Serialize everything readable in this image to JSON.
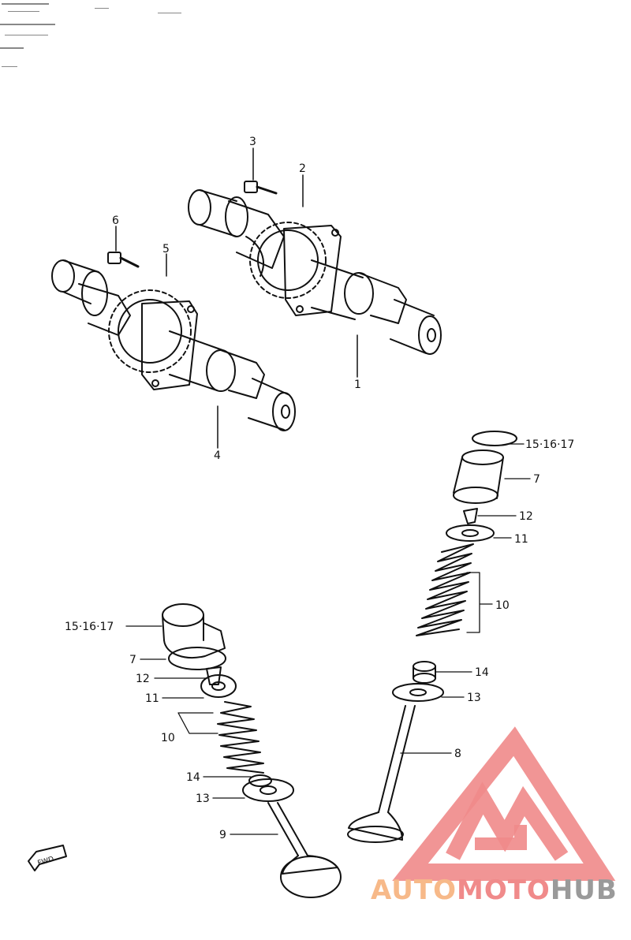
{
  "diagram": {
    "labels": {
      "p1": "1",
      "p2": "2",
      "p3": "3",
      "p4": "4",
      "p5": "5",
      "p6": "6",
      "p7a": "7",
      "p7b": "7",
      "p8": "8",
      "p9": "9",
      "p10a": "10",
      "p10b": "10",
      "p11a": "11",
      "p11b": "11",
      "p12a": "12",
      "p12b": "12",
      "p13a": "13",
      "p13b": "13",
      "p14a": "14",
      "p14b": "14",
      "p15a": "15·16·17",
      "p15b": "15·16·17"
    },
    "fwd_marker": "FWD"
  },
  "watermark": {
    "auto": "AUTO",
    "moto": "MOTO",
    "hub": "HUB",
    "color_light": "#f7b989",
    "color_red": "#f08a8a",
    "color_gray": "#9a9a9a"
  }
}
